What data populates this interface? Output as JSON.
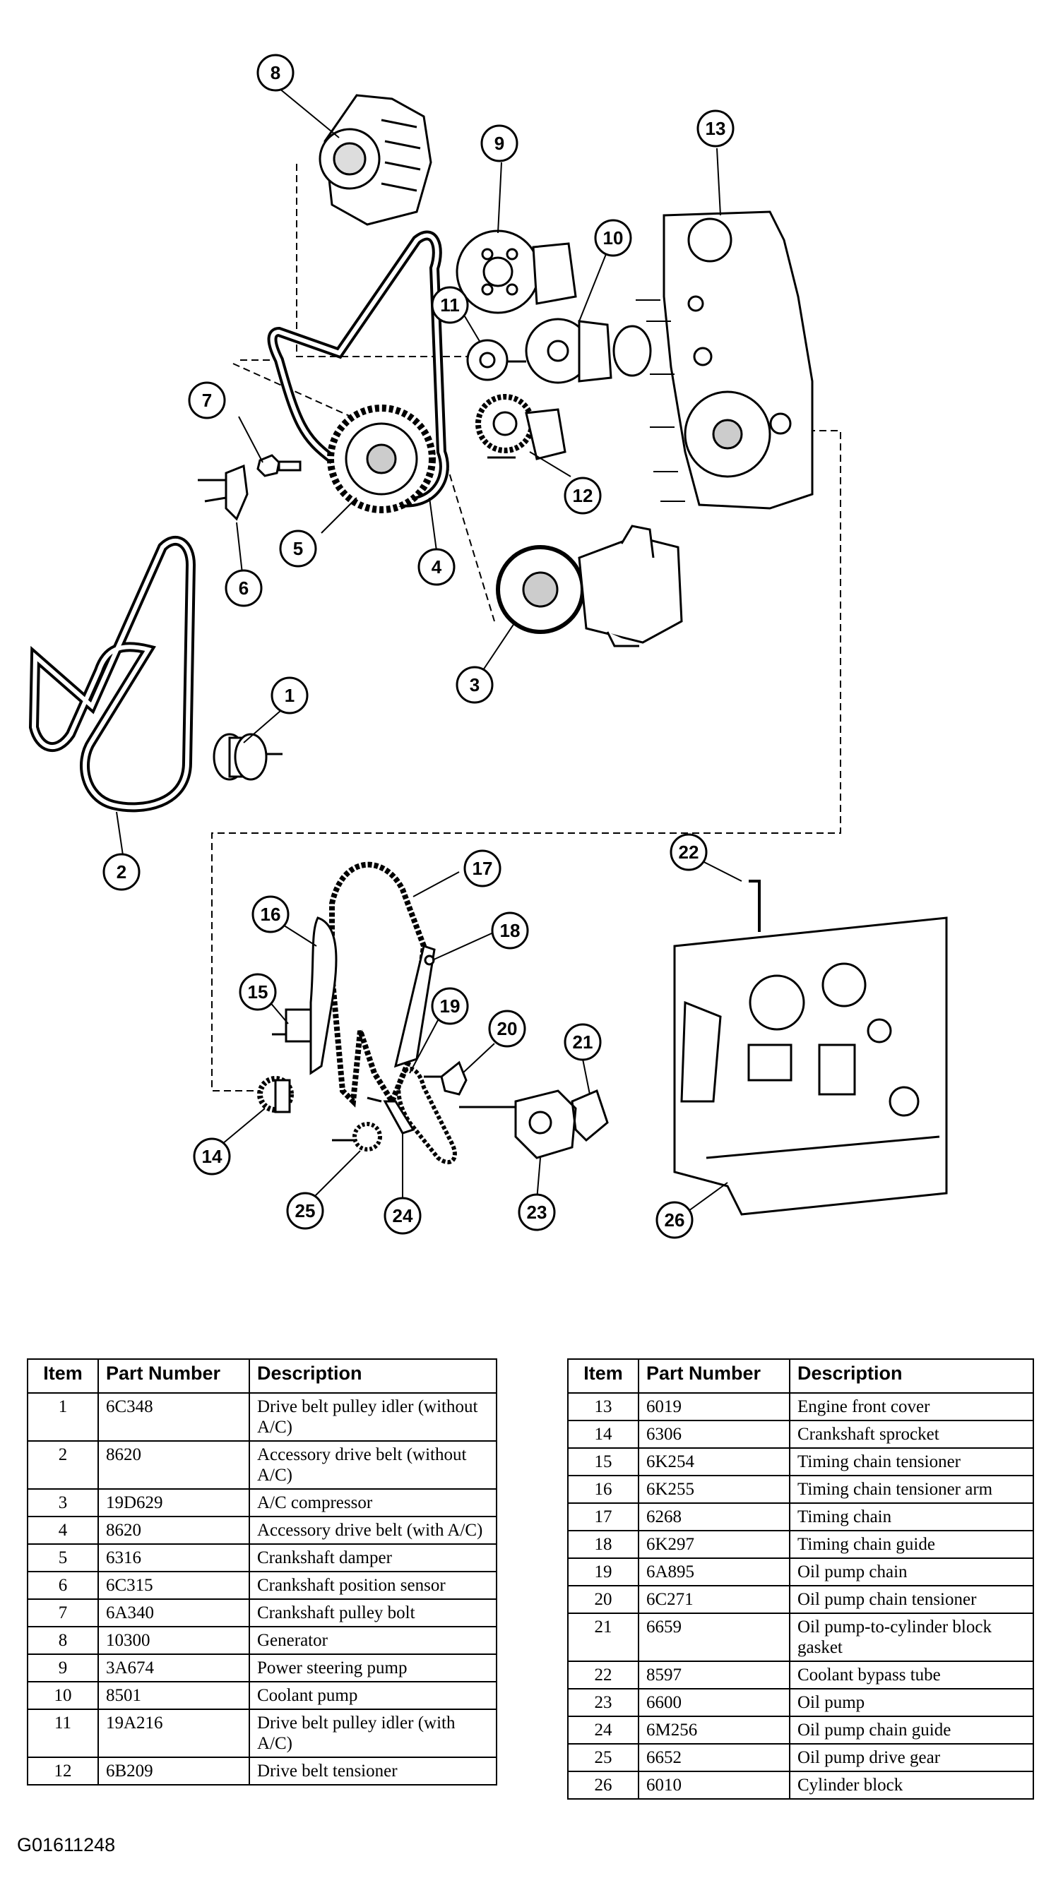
{
  "callouts": [
    "1",
    "2",
    "3",
    "4",
    "5",
    "6",
    "7",
    "8",
    "9",
    "10",
    "11",
    "12",
    "13",
    "14",
    "15",
    "16",
    "17",
    "18",
    "19",
    "20",
    "21",
    "22",
    "23",
    "24",
    "25",
    "26"
  ],
  "table_headers": {
    "item": "Item",
    "part_number": "Part Number",
    "description": "Description"
  },
  "parts_left": [
    {
      "item": "1",
      "part": "6C348",
      "desc": "Drive belt pulley idler (without A/C)"
    },
    {
      "item": "2",
      "part": "8620",
      "desc": "Accessory drive belt (without A/C)"
    },
    {
      "item": "3",
      "part": "19D629",
      "desc": "A/C compressor"
    },
    {
      "item": "4",
      "part": "8620",
      "desc": "Accessory drive belt (with A/C)"
    },
    {
      "item": "5",
      "part": "6316",
      "desc": "Crankshaft damper"
    },
    {
      "item": "6",
      "part": "6C315",
      "desc": "Crankshaft position sensor"
    },
    {
      "item": "7",
      "part": "6A340",
      "desc": "Crankshaft pulley bolt"
    },
    {
      "item": "8",
      "part": "10300",
      "desc": "Generator"
    },
    {
      "item": "9",
      "part": "3A674",
      "desc": "Power steering pump"
    },
    {
      "item": "10",
      "part": "8501",
      "desc": "Coolant pump"
    },
    {
      "item": "11",
      "part": "19A216",
      "desc": "Drive belt pulley idler (with A/C)"
    },
    {
      "item": "12",
      "part": "6B209",
      "desc": "Drive belt tensioner"
    }
  ],
  "parts_right": [
    {
      "item": "13",
      "part": "6019",
      "desc": "Engine front cover"
    },
    {
      "item": "14",
      "part": "6306",
      "desc": "Crankshaft sprocket"
    },
    {
      "item": "15",
      "part": "6K254",
      "desc": "Timing chain tensioner"
    },
    {
      "item": "16",
      "part": "6K255",
      "desc": "Timing chain tensioner arm"
    },
    {
      "item": "17",
      "part": "6268",
      "desc": "Timing chain"
    },
    {
      "item": "18",
      "part": "6K297",
      "desc": "Timing chain guide"
    },
    {
      "item": "19",
      "part": "6A895",
      "desc": "Oil pump chain"
    },
    {
      "item": "20",
      "part": "6C271",
      "desc": "Oil pump chain tensioner"
    },
    {
      "item": "21",
      "part": "6659",
      "desc": "Oil pump-to-cylinder block gasket"
    },
    {
      "item": "22",
      "part": "8597",
      "desc": "Coolant bypass tube"
    },
    {
      "item": "23",
      "part": "6600",
      "desc": "Oil pump"
    },
    {
      "item": "24",
      "part": "6M256",
      "desc": "Oil pump chain guide"
    },
    {
      "item": "25",
      "part": "6652",
      "desc": "Oil pump drive gear"
    },
    {
      "item": "26",
      "part": "6010",
      "desc": "Cylinder block"
    }
  ],
  "figure_id": "G01611248"
}
